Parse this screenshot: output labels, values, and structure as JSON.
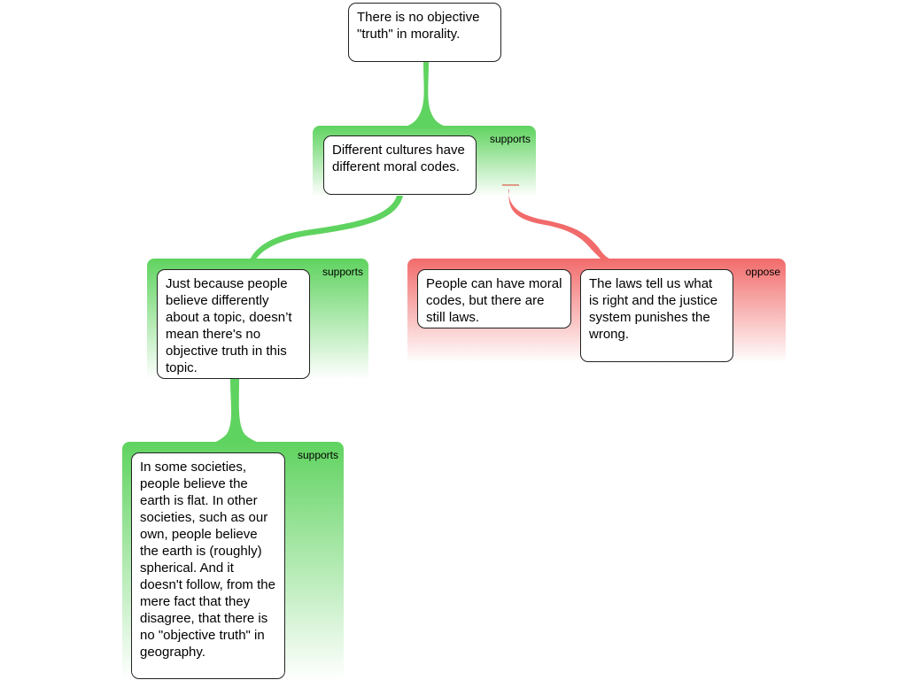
{
  "colors": {
    "supports": "#5fd35f",
    "oppose": "#f26b6b"
  },
  "nodes": {
    "root": "There is no objective \"truth\" in morality.",
    "cultures": "Different cultures have different moral codes.",
    "believe": "Just because people believe differently about a topic, doesn’t mean there's no objective truth in this topic.",
    "earth": "In some societies, people believe the earth is flat. In other societies, such as our own, people believe the earth is (roughly) spherical. And it doesn't follow, from the mere fact that they disagree, that there is no \"objective truth\" in geography.",
    "laws": "People can have moral codes, but there are still laws.",
    "justice": "The laws tell us what is right and the justice system punishes the wrong."
  },
  "labels": {
    "support_cultures": "supports",
    "support_believe": "supports",
    "support_earth": "supports",
    "oppose_laws": "oppose"
  }
}
